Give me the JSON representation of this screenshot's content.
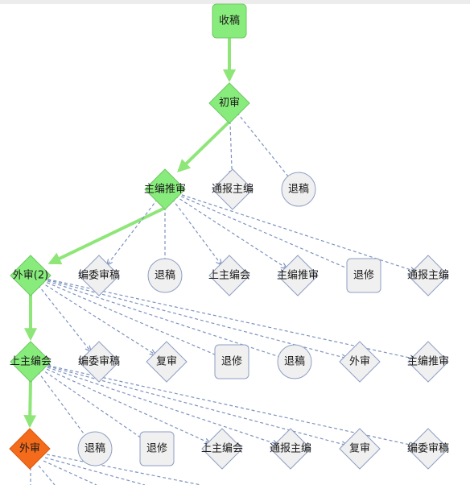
{
  "diagram": {
    "colors": {
      "active_node": "#88ec7c",
      "current_node": "#f36b1b",
      "option_node": "#f0f0f0",
      "main_edge": "#8ee678",
      "option_edge": "#7d93bf"
    },
    "nodes": [
      {
        "id": "n_receive",
        "label": "收稿",
        "shape": "rect",
        "state": "active"
      },
      {
        "id": "n_first_review",
        "label": "初审",
        "shape": "diamond",
        "state": "active"
      },
      {
        "id": "n_notify_editor_1",
        "label": "通报主编",
        "shape": "diamond",
        "state": "option"
      },
      {
        "id": "n_return_1",
        "label": "退稿",
        "shape": "circle",
        "state": "option"
      },
      {
        "id": "n_editor_recommend_1",
        "label": "主编推审",
        "shape": "diamond",
        "state": "active"
      },
      {
        "id": "n_external_review_2",
        "label": "外审(2)",
        "shape": "diamond",
        "state": "active"
      },
      {
        "id": "n_committee_review_1",
        "label": "编委审稿",
        "shape": "diamond",
        "state": "option"
      },
      {
        "id": "n_return_2",
        "label": "退稿",
        "shape": "circle",
        "state": "option"
      },
      {
        "id": "n_editor_meeting_1",
        "label": "上主编会",
        "shape": "diamond",
        "state": "option"
      },
      {
        "id": "n_editor_recommend_2",
        "label": "主编推审",
        "shape": "diamond",
        "state": "option"
      },
      {
        "id": "n_revise_1",
        "label": "退修",
        "shape": "rect",
        "state": "option"
      },
      {
        "id": "n_notify_editor_2",
        "label": "通报主编",
        "shape": "diamond",
        "state": "option"
      },
      {
        "id": "n_editor_meeting_main",
        "label": "上主编会",
        "shape": "diamond",
        "state": "active"
      },
      {
        "id": "n_committee_review_2",
        "label": "编委审稿",
        "shape": "diamond",
        "state": "option"
      },
      {
        "id": "n_recheck_1",
        "label": "复审",
        "shape": "diamond",
        "state": "option"
      },
      {
        "id": "n_revise_2",
        "label": "退修",
        "shape": "rect",
        "state": "option"
      },
      {
        "id": "n_return_3",
        "label": "退稿",
        "shape": "circle",
        "state": "option"
      },
      {
        "id": "n_external_review_opt",
        "label": "外审",
        "shape": "diamond",
        "state": "option"
      },
      {
        "id": "n_editor_recommend_3",
        "label": "主编推审",
        "shape": "diamond",
        "state": "option"
      },
      {
        "id": "n_external_review_current",
        "label": "外审",
        "shape": "diamond",
        "state": "current"
      },
      {
        "id": "n_return_4",
        "label": "退稿",
        "shape": "circle",
        "state": "option"
      },
      {
        "id": "n_revise_3",
        "label": "退修",
        "shape": "rect",
        "state": "option"
      },
      {
        "id": "n_editor_meeting_2",
        "label": "上主编会",
        "shape": "diamond",
        "state": "option"
      },
      {
        "id": "n_notify_editor_3",
        "label": "通报主编",
        "shape": "diamond",
        "state": "option"
      },
      {
        "id": "n_recheck_2",
        "label": "复审",
        "shape": "diamond",
        "state": "option"
      },
      {
        "id": "n_committee_review_3",
        "label": "编委审稿",
        "shape": "diamond",
        "state": "option"
      }
    ],
    "edges": [
      {
        "from": "n_receive",
        "to": "n_first_review",
        "style": "main"
      },
      {
        "from": "n_first_review",
        "to": "n_editor_recommend_1",
        "style": "main"
      },
      {
        "from": "n_first_review",
        "to": "n_notify_editor_1",
        "style": "option"
      },
      {
        "from": "n_first_review",
        "to": "n_return_1",
        "style": "option"
      },
      {
        "from": "n_editor_recommend_1",
        "to": "n_external_review_2",
        "style": "main"
      },
      {
        "from": "n_editor_recommend_1",
        "to": "n_committee_review_1",
        "style": "option"
      },
      {
        "from": "n_editor_recommend_1",
        "to": "n_return_2",
        "style": "option"
      },
      {
        "from": "n_editor_recommend_1",
        "to": "n_editor_meeting_1",
        "style": "option"
      },
      {
        "from": "n_editor_recommend_1",
        "to": "n_editor_recommend_2",
        "style": "option"
      },
      {
        "from": "n_editor_recommend_1",
        "to": "n_revise_1",
        "style": "option"
      },
      {
        "from": "n_editor_recommend_1",
        "to": "n_notify_editor_2",
        "style": "option"
      },
      {
        "from": "n_external_review_2",
        "to": "n_editor_meeting_main",
        "style": "main"
      },
      {
        "from": "n_external_review_2",
        "to": "n_committee_review_2",
        "style": "option"
      },
      {
        "from": "n_external_review_2",
        "to": "n_recheck_1",
        "style": "option"
      },
      {
        "from": "n_external_review_2",
        "to": "n_revise_2",
        "style": "option"
      },
      {
        "from": "n_external_review_2",
        "to": "n_return_3",
        "style": "option"
      },
      {
        "from": "n_external_review_2",
        "to": "n_external_review_opt",
        "style": "option"
      },
      {
        "from": "n_external_review_2",
        "to": "n_editor_recommend_3",
        "style": "option"
      },
      {
        "from": "n_editor_meeting_main",
        "to": "n_external_review_current",
        "style": "main"
      },
      {
        "from": "n_editor_meeting_main",
        "to": "n_return_4",
        "style": "option"
      },
      {
        "from": "n_editor_meeting_main",
        "to": "n_revise_3",
        "style": "option"
      },
      {
        "from": "n_editor_meeting_main",
        "to": "n_editor_meeting_2",
        "style": "option"
      },
      {
        "from": "n_editor_meeting_main",
        "to": "n_notify_editor_3",
        "style": "option"
      },
      {
        "from": "n_editor_meeting_main",
        "to": "n_recheck_2",
        "style": "option"
      },
      {
        "from": "n_editor_meeting_main",
        "to": "n_committee_review_3",
        "style": "option"
      }
    ]
  }
}
